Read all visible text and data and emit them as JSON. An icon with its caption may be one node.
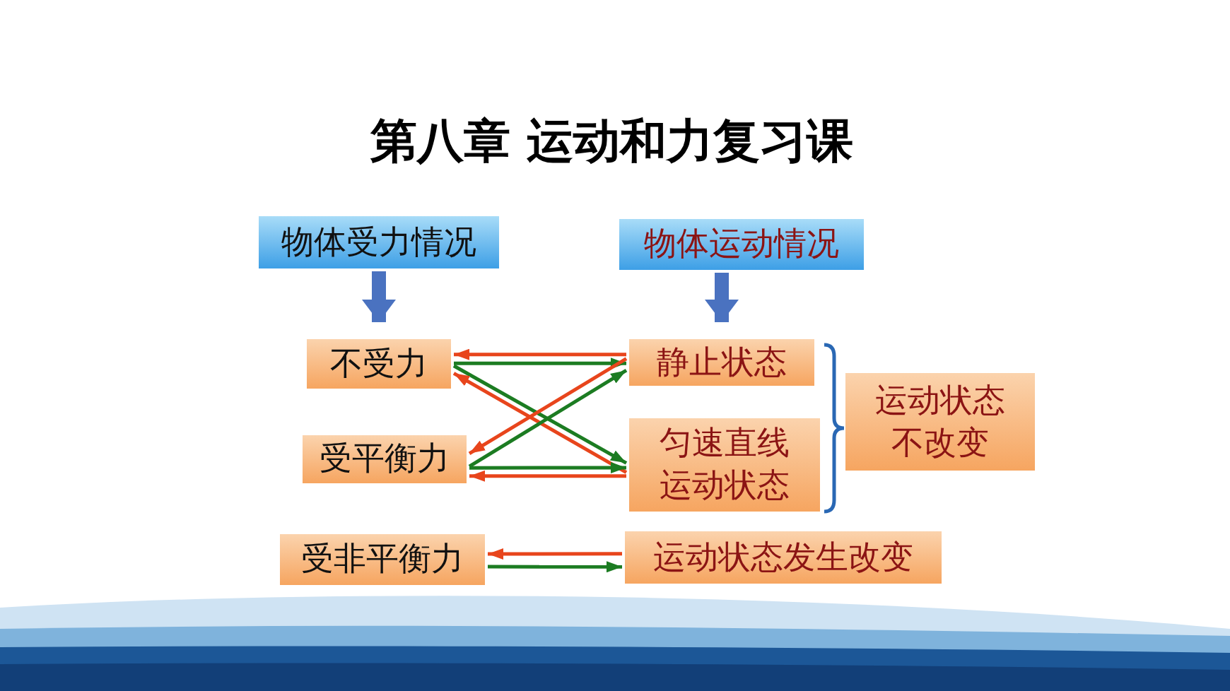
{
  "diagram": {
    "title": "第八章 运动和力复习课",
    "nodes": [
      {
        "text": [
          "物体受力情况"
        ]
      },
      {
        "text": [
          "物体运动情况"
        ]
      },
      {
        "text": [
          "不受力"
        ]
      },
      {
        "text": [
          "受平衡力"
        ]
      },
      {
        "text": [
          "静止状态"
        ]
      },
      {
        "text": [
          "匀速直线运动状态"
        ]
      },
      {
        "text": [
          "运动状态不改变"
        ]
      },
      {
        "text": [
          "受非平衡力"
        ]
      },
      {
        "text": [
          "运动状态发生改变"
        ]
      }
    ],
    "edges": [
      {
        "from": 0,
        "to": 2,
        "arrow": "to",
        "style": "thick",
        "color": "#4a72c0"
      },
      {
        "from": 1,
        "to": 4,
        "arrow": "to",
        "style": "thick",
        "color": "#4a72c0"
      },
      {
        "from": 4,
        "to": 2,
        "arrow": "to",
        "color": "#e8451c"
      },
      {
        "from": 2,
        "to": 4,
        "arrow": "to",
        "color": "#1c7c22"
      },
      {
        "from": 2,
        "to": 5,
        "arrow": "to",
        "color": "#1c7c22"
      },
      {
        "from": 5,
        "to": 2,
        "arrow": "to",
        "color": "#e8451c"
      },
      {
        "from": 4,
        "to": 3,
        "arrow": "to",
        "color": "#e8451c"
      },
      {
        "from": 3,
        "to": 4,
        "arrow": "to",
        "color": "#1c7c22"
      },
      {
        "from": 3,
        "to": 5,
        "arrow": "to",
        "color": "#1c7c22"
      },
      {
        "from": 5,
        "to": 3,
        "arrow": "to",
        "color": "#e8451c"
      },
      {
        "from": 8,
        "to": 7,
        "arrow": "to",
        "color": "#e8451c"
      },
      {
        "from": 7,
        "to": 8,
        "arrow": "to",
        "color": "#1c7c22"
      }
    ]
  }
}
